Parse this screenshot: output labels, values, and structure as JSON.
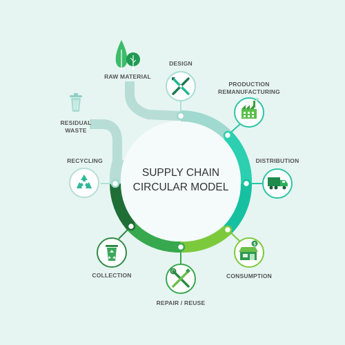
{
  "title": {
    "line1": "SUPPLY CHAIN",
    "line2": "CIRCULAR MODEL"
  },
  "stages": {
    "raw_material": {
      "label": "RAW MATERIAL",
      "icon": "trees-icon"
    },
    "design": {
      "label": "DESIGN",
      "icon": "design-tools-icon"
    },
    "production": {
      "line1": "PRODUCTION",
      "line2": "REMANUFACTURING",
      "icon": "factory-icon"
    },
    "distribution": {
      "label": "DISTRIBUTION",
      "icon": "truck-icon"
    },
    "consumption": {
      "label": "CONSUMPTION",
      "icon": "store-icon"
    },
    "repair": {
      "label": "REPAIR / REUSE",
      "icon": "wrench-screwdriver-icon"
    },
    "collection": {
      "label": "COLLECTION",
      "icon": "recycle-bin-icon"
    },
    "recycling": {
      "label": "RECYCLING",
      "icon": "recycle-icon"
    },
    "residual": {
      "line1": "RESIDUAL",
      "line2": "WASTE",
      "icon": "trash-can-icon"
    }
  },
  "colors": {
    "background": "#e6f5f2",
    "ring_light": "#a8d8d0",
    "ring_teal": "#2cc9a8",
    "ring_green": "#3db86a",
    "ring_lime": "#8ccc3a",
    "ring_dark": "#1f7a3a",
    "node_teal": "#2ec4a5",
    "node_green": "#34a853"
  }
}
